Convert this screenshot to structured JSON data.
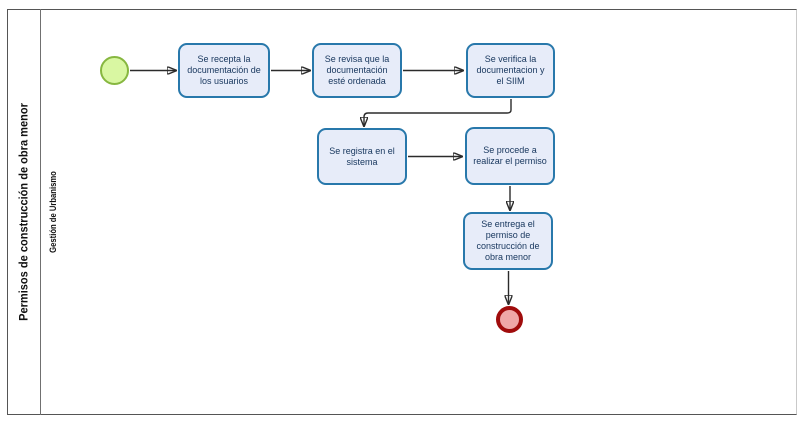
{
  "pool": {
    "label": "Permisos de construcción de obra menor"
  },
  "lane": {
    "label": "Gestión de Urbanismo"
  },
  "tasks": [
    {
      "id": "task-1",
      "label": "Se recepta la documentación de los usuarios"
    },
    {
      "id": "task-2",
      "label": "Se revisa que la documentación esté ordenada"
    },
    {
      "id": "task-3",
      "label": "Se verifica la documentacion y el SIIM"
    },
    {
      "id": "task-4",
      "label": "Se registra en el sistema"
    },
    {
      "id": "task-5",
      "label": "Se procede a realizar el permiso"
    },
    {
      "id": "task-6",
      "label": "Se entrega el permiso de construcción de obra menor"
    }
  ],
  "events": [
    {
      "id": "start-event",
      "type": "start"
    },
    {
      "id": "end-event",
      "type": "end"
    }
  ],
  "connectors": [
    {
      "from": "start-event",
      "to": "task-1"
    },
    {
      "from": "task-1",
      "to": "task-2"
    },
    {
      "from": "task-2",
      "to": "task-3"
    },
    {
      "from": "task-3",
      "to": "task-4"
    },
    {
      "from": "task-4",
      "to": "task-5"
    },
    {
      "from": "task-5",
      "to": "task-6"
    },
    {
      "from": "task-6",
      "to": "end-event"
    }
  ],
  "colors": {
    "task_fill": "#e7ecf9",
    "task_border": "#2878ab",
    "task_text": "#17365d",
    "start_fill": "#d9f7a2",
    "start_border": "#87b740",
    "end_fill": "#efa8a8",
    "end_border": "#a00c0c",
    "connector": "#2b2b2b",
    "frame_border": "#555555"
  }
}
